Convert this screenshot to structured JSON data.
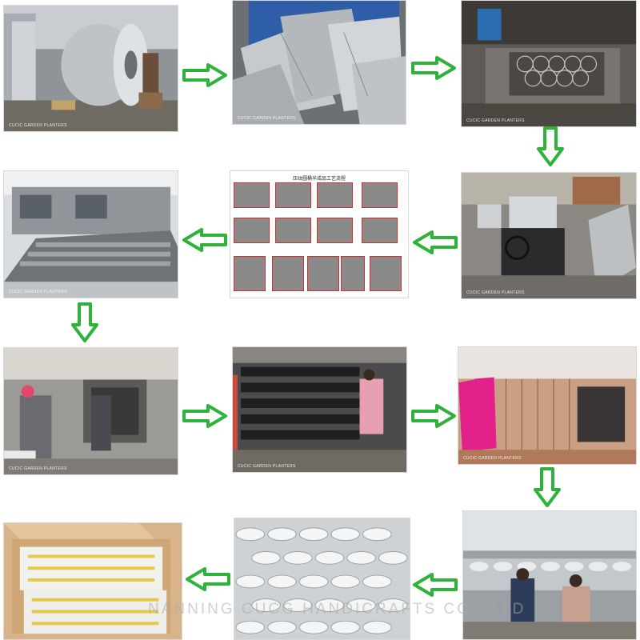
{
  "colors": {
    "arrow_fill": "#ffffff",
    "arrow_stroke": "#2fb23a",
    "background": "#ffffff"
  },
  "watermark": "NANNING CUCG HANDICRAFTS CO., LTD",
  "photo_watermark": "CUCIC GARDEN PLANTERS",
  "flow_chart": {
    "title": "压纹圆桶半成品工艺流程"
  },
  "steps": [
    {
      "name": "galvanized steel coil"
    },
    {
      "name": "cut sheets"
    },
    {
      "name": "embossing press"
    },
    {
      "name": "rolling machine"
    },
    {
      "name": "process flow chart"
    },
    {
      "name": "stacked buckets in yard"
    },
    {
      "name": "spray painting booth"
    },
    {
      "name": "drying racks"
    },
    {
      "name": "curing oven"
    },
    {
      "name": "workers packing"
    },
    {
      "name": "finished white pots"
    },
    {
      "name": "packed cartons"
    }
  ],
  "arrows": [
    "right",
    "right",
    "down",
    "left",
    "left",
    "down",
    "right",
    "right",
    "down",
    "left",
    "left"
  ]
}
